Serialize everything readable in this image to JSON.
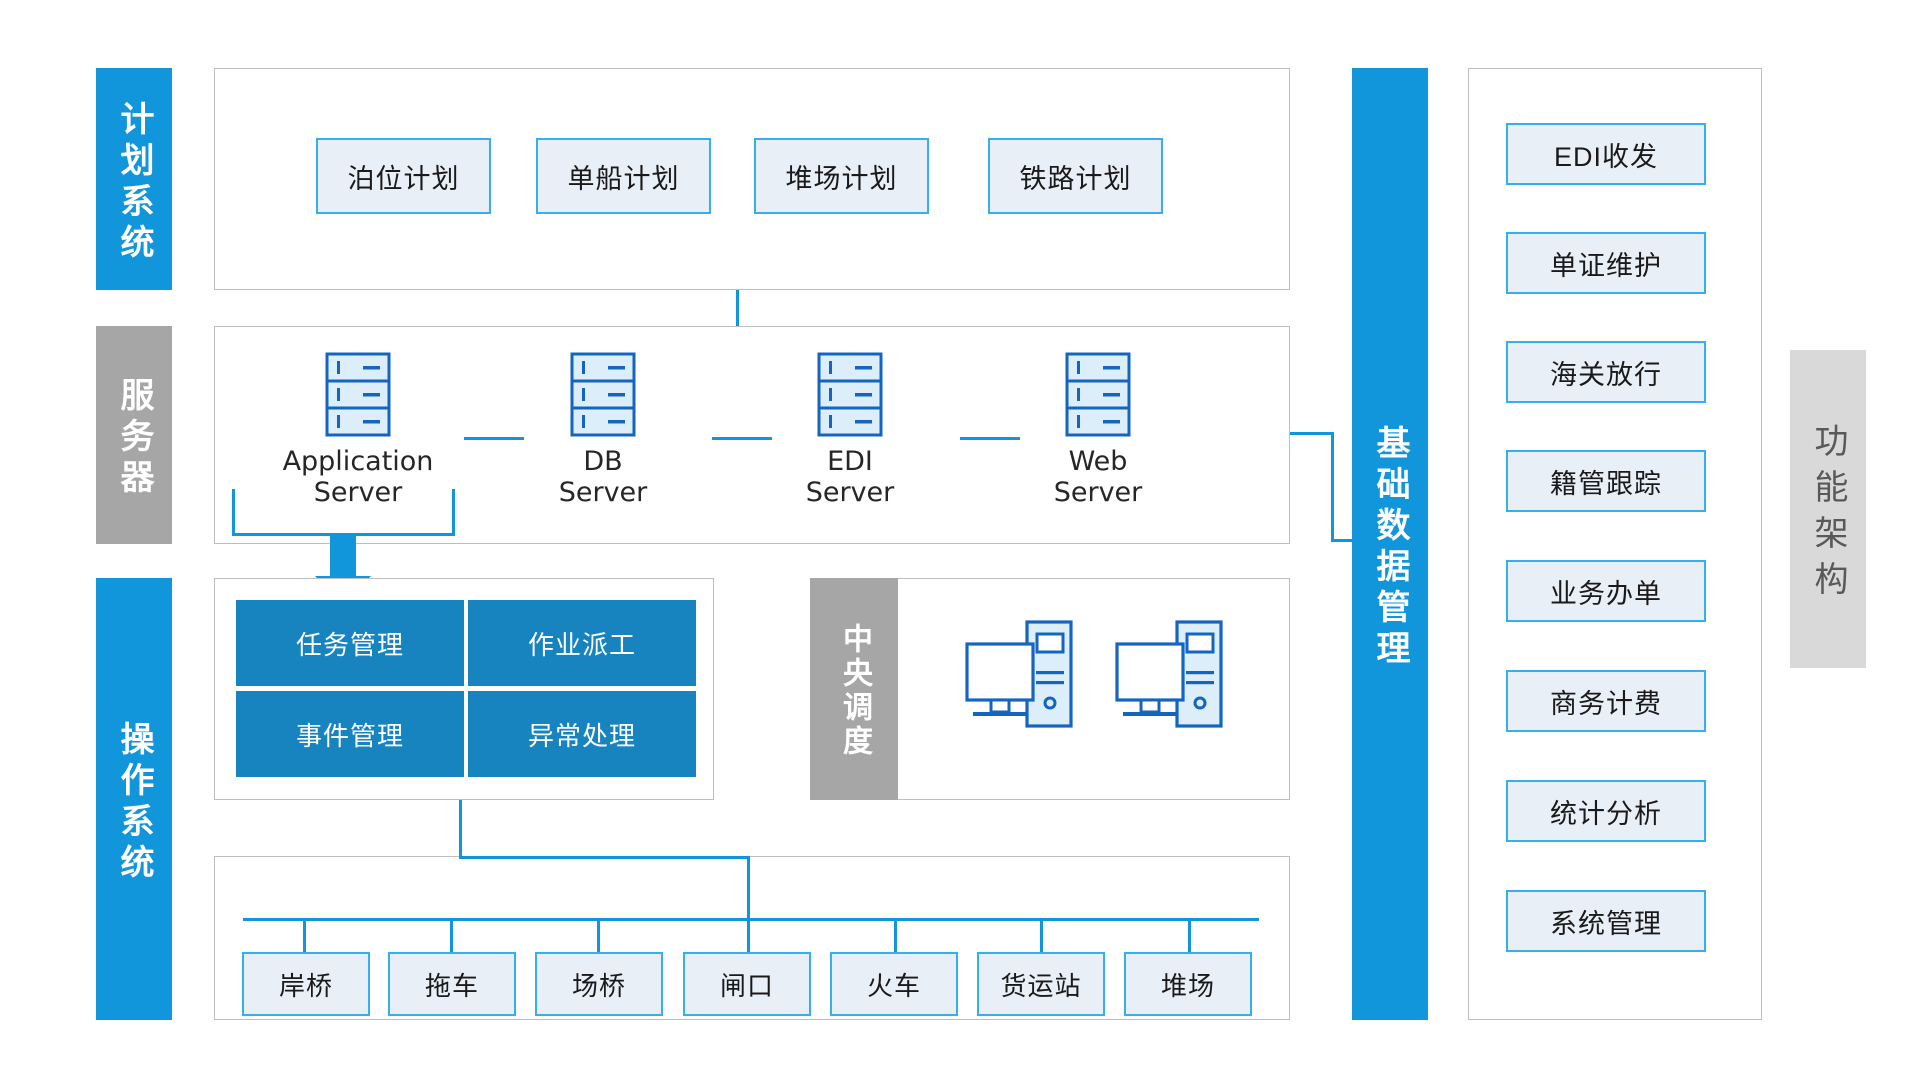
{
  "bands": {
    "plan_system": "计划系统",
    "server": "服务器",
    "operation_system": "操作系统",
    "central_dispatch": "中央调度",
    "basic_data_management": "基础数据管理",
    "functional_architecture": "功能架构"
  },
  "plan_boxes": [
    {
      "label": "泊位计划"
    },
    {
      "label": "单船计划"
    },
    {
      "label": "堆场计划"
    },
    {
      "label": "铁路计划"
    }
  ],
  "servers": [
    {
      "line1": "Application",
      "line2": "Server",
      "icon": "server-rack-icon"
    },
    {
      "line1": "DB",
      "line2": "Server",
      "icon": "server-rack-icon"
    },
    {
      "line1": "EDI",
      "line2": "Server",
      "icon": "server-rack-icon"
    },
    {
      "line1": "Web",
      "line2": "Server",
      "icon": "server-rack-icon"
    }
  ],
  "operation_tiles": [
    {
      "label": "任务管理"
    },
    {
      "label": "作业派工"
    },
    {
      "label": "事件管理"
    },
    {
      "label": "异常处理"
    }
  ],
  "dispatch_workstations": [
    {
      "icon": "desktop-computer-icon"
    },
    {
      "icon": "desktop-computer-icon"
    }
  ],
  "equipment": [
    {
      "label": "岸桥"
    },
    {
      "label": "拖车"
    },
    {
      "label": "场桥"
    },
    {
      "label": "闸口"
    },
    {
      "label": "火车"
    },
    {
      "label": "货运站"
    },
    {
      "label": "堆场"
    }
  ],
  "basic_data_items": [
    {
      "label": "EDI收发"
    },
    {
      "label": "单证维护"
    },
    {
      "label": "海关放行"
    },
    {
      "label": "籍管跟踪"
    },
    {
      "label": "业务办单"
    },
    {
      "label": "商务计费"
    },
    {
      "label": "统计分析"
    },
    {
      "label": "系统管理"
    }
  ],
  "colors": {
    "accent_blue": "#1296db",
    "tile_blue": "#1784c0",
    "chip_border": "#35b0ec",
    "chip_fill": "#e9eff7",
    "band_gray": "#a6a6a6",
    "band_light_gray": "#d9d9d9",
    "panel_border": "#bfbfbf"
  }
}
